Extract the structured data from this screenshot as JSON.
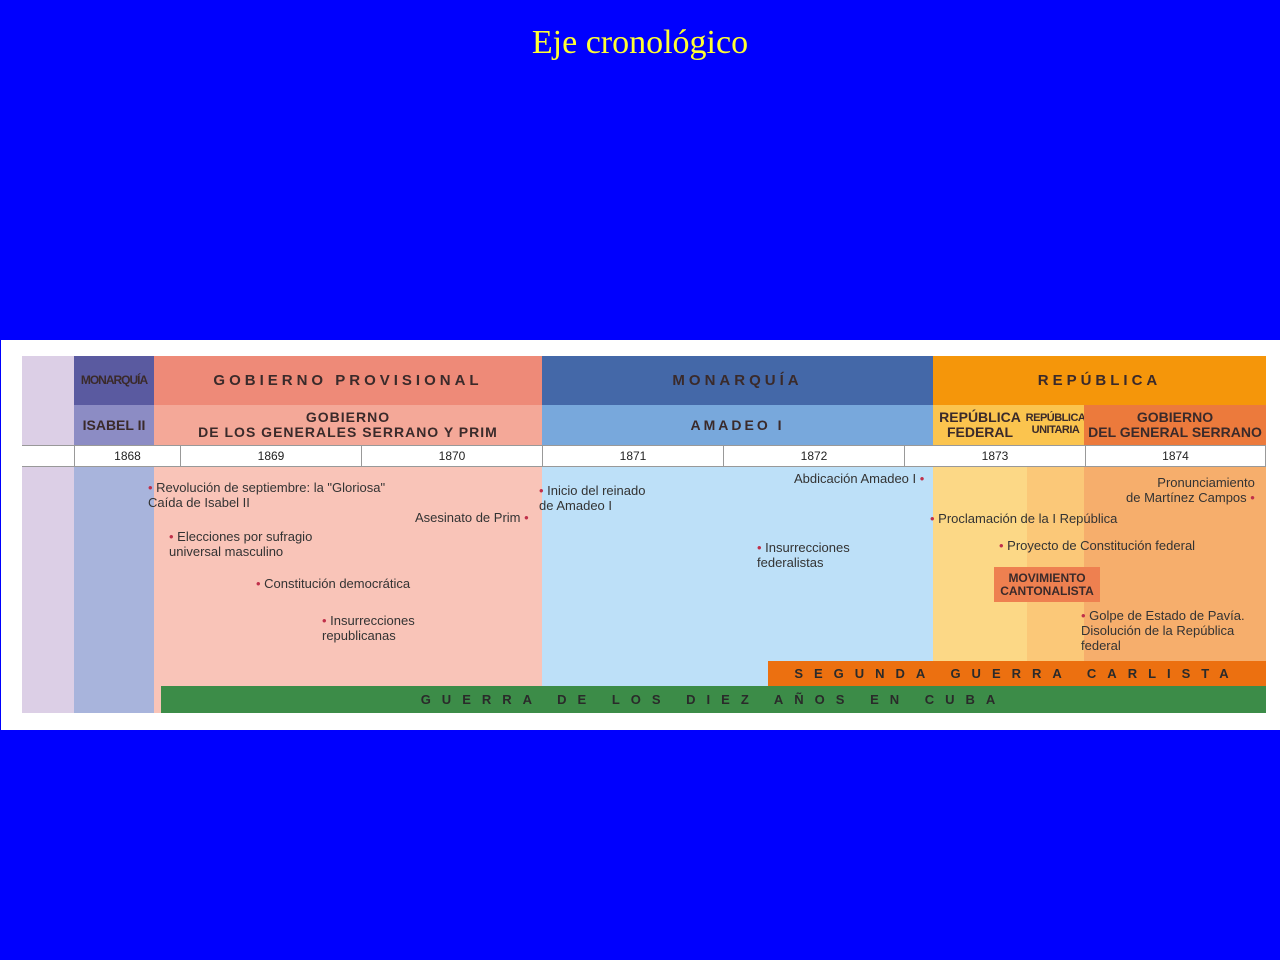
{
  "slide_title": "Eje cronológico",
  "periods": {
    "monarquia1": "MONARQUÍA",
    "gobierno_provisional": "GOBIERNO PROVISIONAL",
    "monarquia2": "MONARQUÍA",
    "republica": "REPÚBLICA"
  },
  "subperiods": {
    "isabel": "ISABEL II",
    "serrano_prim_1": "GOBIERNO",
    "serrano_prim_2": "DE LOS GENERALES SERRANO Y PRIM",
    "amadeo": "AMADEO I",
    "federal_1": "REPÚBLICA",
    "federal_2": "FEDERAL",
    "unitaria_1": "REPÚBLICA",
    "unitaria_2": "UNITARIA",
    "serrano_1": "GOBIERNO",
    "serrano_2": "DEL GENERAL SERRANO"
  },
  "years": [
    "1868",
    "1869",
    "1870",
    "1871",
    "1872",
    "1873",
    "1874"
  ],
  "events": {
    "revolucion": "Revolución de septiembre: la \"Gloriosa\"\nCaída de Isabel II",
    "elecciones": "Elecciones por sufragio\nuniversal masculino",
    "constitucion": "Constitución democrática",
    "insurrecciones_rep": "Insurrecciones\nrepublicanas",
    "prim": "Asesinato de Prim",
    "inicio_amadeo": "Inicio del reinado\nde Amadeo I",
    "insurrecciones_fed": "Insurrecciones\nfederalistas",
    "abdicacion": "Abdicación Amadeo I",
    "proclamacion": "Proclamación de la I República",
    "proyecto": "Proyecto de Constitución federal",
    "cantonalista": "MOVIMIENTO\nCANTONALISTA",
    "pavia": "Golpe de Estado de Pavía.\nDisolución de la República\nfederal",
    "pronunciamiento": "Pronunciamiento\nde Martínez Campos"
  },
  "bars": {
    "carlista": "SEGUNDA GUERRA CARLISTA",
    "cuba": "GUERRA DE LOS DIEZ AÑOS EN CUBA"
  },
  "colors": {
    "background": "#0000fe",
    "title": "#ffff33",
    "carlista": "#ec7010",
    "cuba": "#3c8c48"
  }
}
